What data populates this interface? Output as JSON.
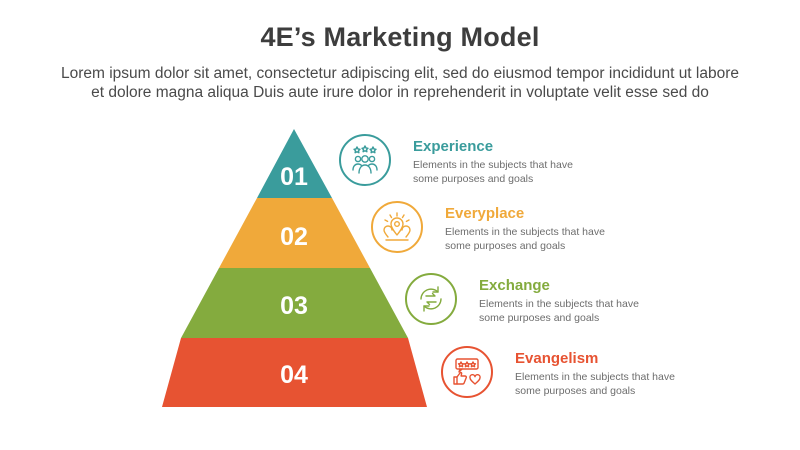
{
  "title": "4E’s Marketing Model",
  "subtitle": {
    "line1": "Lorem ipsum dolor sit amet, consectetur adipiscing elit, sed do eiusmod tempor incididunt ut labore",
    "line2": "et dolore magna aliqua Duis aute irure dolor in reprehenderit in voluptate velit esse sed do"
  },
  "colors": {
    "teal": "#3a9c9c",
    "orange": "#f0a93a",
    "green": "#84ab3e",
    "red": "#e75332"
  },
  "pyramid": {
    "layers": [
      {
        "number": "01",
        "color": "#3a9c9c"
      },
      {
        "number": "02",
        "color": "#f0a93a"
      },
      {
        "number": "03",
        "color": "#84ab3e"
      },
      {
        "number": "04",
        "color": "#e75332"
      }
    ]
  },
  "stages": [
    {
      "title": "Experience",
      "desc1": "Elements in the subjects that have",
      "desc2": "some purposes and goals",
      "icon": "people-rating-icon",
      "color": "#3a9c9c"
    },
    {
      "title": "Everyplace",
      "desc1": "Elements in the subjects that have",
      "desc2": "some purposes and goals",
      "icon": "location-pins-icon",
      "color": "#f0a93a"
    },
    {
      "title": "Exchange",
      "desc1": "Elements in the subjects that have",
      "desc2": "some purposes and goals",
      "icon": "exchange-arrows-icon",
      "color": "#84ab3e"
    },
    {
      "title": "Evangelism",
      "desc1": "Elements in the subjects that have",
      "desc2": "some purposes and goals",
      "icon": "review-thumbs-up-icon",
      "color": "#e75332"
    }
  ]
}
